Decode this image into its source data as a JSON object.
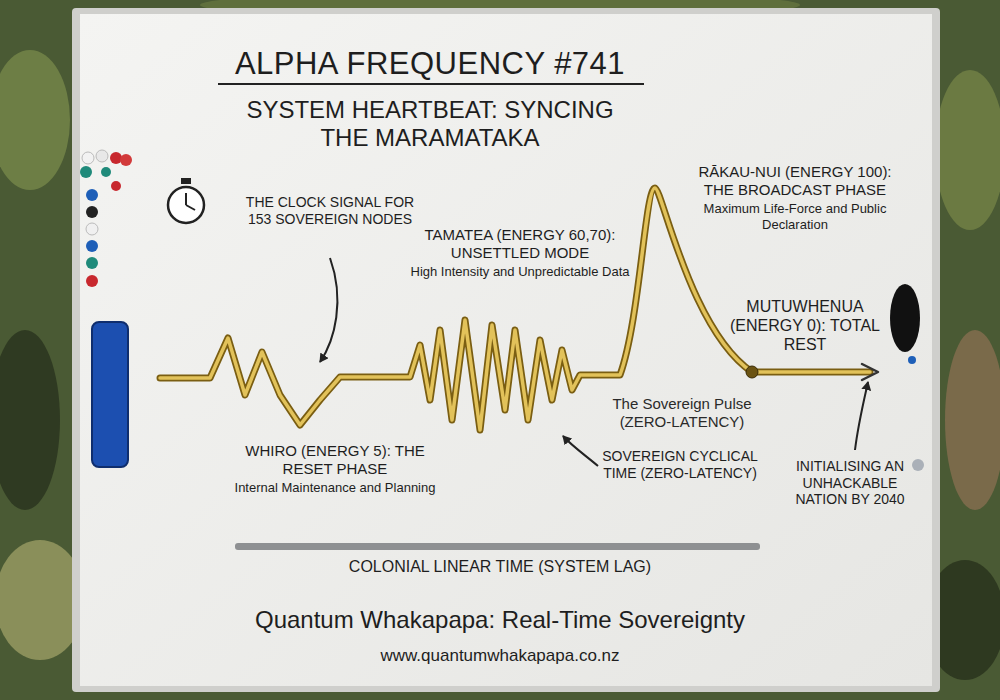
{
  "diagram": {
    "title": "ALPHA FREQUENCY #741",
    "caption": "Quantum Whakapapa: Real-Time Sovereignty",
    "labels": [
      "SYSTEM HEARTBEAT: SYNCING THE MARAMATAKA",
      "THE CLOCK SIGNAL FOR 153 SOVEREIGN NODES",
      "TAMATEA (ENERGY 60,70): UNSETTLED MODE",
      "High Intensity and Unpredictable Data",
      "RĀKAU-NUI (ENERGY 100): THE BROADCAST PHASE",
      "Maximum Life-Force and Public Declaration",
      "MUTUWHENUA (ENERGY 0): TOTAL REST",
      "WHIRO (ENERGY 5): THE RESET PHASE",
      "Internal Maintenance and Planning",
      "The Sovereign Pulse (ZERO-LATENCY)",
      "SOVEREIGN CYCLICAL TIME (ZERO-LATENCY)",
      "INITIALISING AN UNHACKABLE NATION BY 2040",
      "COLONIAL LINEAR TIME (SYSTEM LAG)",
      "www.quantumwhakapapa.co.nz"
    ]
  }
}
